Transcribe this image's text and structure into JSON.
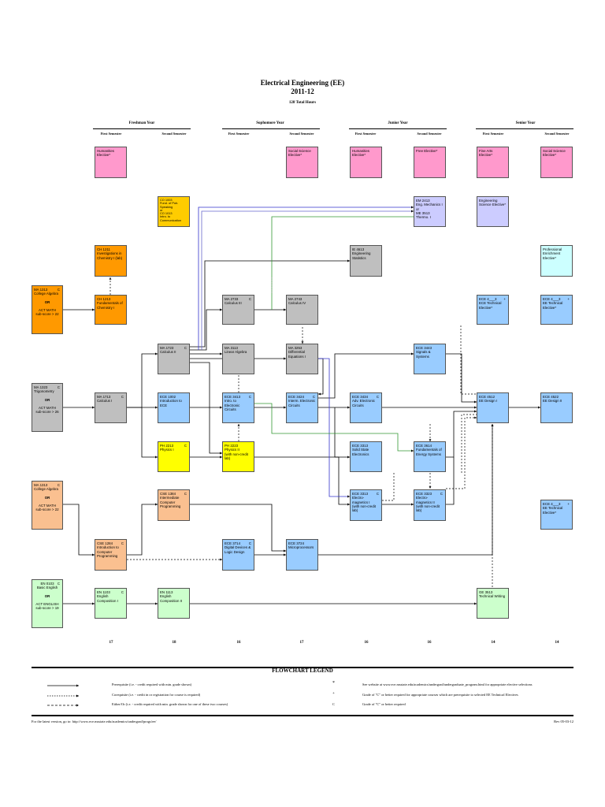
{
  "title": {
    "line1": "Electrical Engineering (EE)",
    "line2": "2011-12",
    "line3": "128 Total Hours"
  },
  "years": [
    "Freshman Year",
    "Sophomore Year",
    "Junior Year",
    "Senior Year"
  ],
  "semesters": [
    "First Semester",
    "Second Semester",
    "First Semester",
    "Second Semester",
    "First Semester",
    "Second Semester",
    "First Semester",
    "Second Semester"
  ],
  "courses": {
    "hum1": [
      "Humanities",
      "Elective*"
    ],
    "ssci1": [
      "Social Science",
      "Elective*"
    ],
    "hum2": [
      "Humanities Elective*"
    ],
    "free": [
      "Free Elective*"
    ],
    "fine": [
      "Fine Arts",
      "Elective*"
    ],
    "ssci2": [
      "Social Science",
      "Elective*"
    ],
    "co1003": [
      "CO 1003",
      "Fund. of Pub. Speaking",
      "or",
      "CO 1013",
      "Intro. to Communication"
    ],
    "em2413": [
      "EM 2413",
      "Eng. Mechanics I",
      "or",
      "ME 3513 Thermo. I"
    ],
    "engsci": [
      "Engineering",
      "Science Elective*"
    ],
    "ch1211": [
      "CH 1211",
      "Investigations in",
      "Chemistry I (lab)"
    ],
    "ie4613": [
      "IE 4613",
      "Engineering Statistics"
    ],
    "prof": [
      "Professional",
      "Enrichment Elective*"
    ],
    "ma1313a": [
      "MA 1313",
      "College Algebra",
      "OR",
      "ACT MATH",
      "sub-score > 22"
    ],
    "ch1213": [
      "CH 1213",
      "Fundamentals of",
      "Chemistry I"
    ],
    "ma2733": [
      "MA 2733",
      "Calculus III"
    ],
    "ma2743": [
      "MA 2743",
      "Calculus IV"
    ],
    "ece4_1": [
      "ECE 4___3",
      "ECE Technical",
      "Elective*"
    ],
    "ee4_1": [
      "ECE 4___3",
      "EE Technical",
      "Elective*"
    ],
    "ma1723": [
      "MA 1723",
      "Calculus II"
    ],
    "ma3113": [
      "MA 3113",
      "Linear Algebra"
    ],
    "ma3253": [
      "MA 3253",
      "Differential",
      "Equations I"
    ],
    "ece3443": [
      "ECE 3443",
      "Signals & Systems"
    ],
    "ma1323": [
      "MA 1323",
      "Trigonometry",
      "OR",
      "ACT MATH",
      "sub-score > 26"
    ],
    "ma1713": [
      "MA 1713",
      "Calculus I"
    ],
    "ece1002": [
      "ECE 1002",
      "Introduction to ECE"
    ],
    "ece3413": [
      "ECE 3413",
      "Intro. to Electronic",
      "Circuits"
    ],
    "ece3424": [
      "ECE 3424",
      "Interm. Electronic",
      "Circuits"
    ],
    "ece3434": [
      "ECE 3434",
      "Adv. Electronic",
      "Circuits"
    ],
    "ece4512": [
      "ECE 4512",
      "EE Design I"
    ],
    "ece4522": [
      "ECE 4522",
      "EE Design II"
    ],
    "ph2213": [
      "PH 2213",
      "Physics I"
    ],
    "ph2223": [
      "PH 2223",
      "Physics II",
      "(with non-credit lab)"
    ],
    "ece3313": [
      "ECE 3313",
      "Solid State",
      "Electronics"
    ],
    "ece3614": [
      "ECE 3614",
      "Fundamentals of",
      "Energy Systems"
    ],
    "ma1313b": [
      "MA 1313",
      "College Algebra",
      "OR",
      "ACT MATH",
      "sub-score > 22"
    ],
    "cse1384": [
      "CSE 1384",
      "Intermediate",
      "Computer",
      "Programming"
    ],
    "ece3313b": [
      "ECE 3313",
      "Electro-",
      "magnetics I",
      "(with non-credit lab)"
    ],
    "ece3323": [
      "ECE 3323",
      "Electro-",
      "magnetics II",
      "(with non-credit lab)"
    ],
    "ee4_2": [
      "ECE 4___3",
      "EE Technical",
      "Elective*"
    ],
    "cse1284": [
      "CSE 1284",
      "Introduction to",
      "Computer",
      "Programming"
    ],
    "ece3714": [
      "ECE 3714",
      "Digital Devices &",
      "Logic Design"
    ],
    "ece3724": [
      "ECE 3724",
      "Microprocessors"
    ],
    "en0103": [
      "EN 0103",
      "Basic English",
      "OR",
      "ACT ENGLISH",
      "sub-score > 19"
    ],
    "en1103": [
      "EN 1103",
      "English",
      "Composition I"
    ],
    "en1113": [
      "EN 1113",
      "English",
      "Composition II"
    ],
    "ge3513": [
      "GE 3513",
      "Technical Writing"
    ]
  },
  "grade_mark": "C",
  "plus_mark": "+",
  "hours": [
    "17",
    "18",
    "16",
    "17",
    "16",
    "16",
    "14",
    "14"
  ],
  "legend": {
    "title": "FLOWCHART LEGEND",
    "prereq": "Prerequisite (i.e. - credit required with min. grade shown)",
    "coreq": "Corequisite (i.e. - credit in or registration for course is required)",
    "either": "Either/Or (i.e. - credit required with min. grade shown for one of these two courses)",
    "star_sym": "*",
    "star": "See website at www.ece.msstate.edu/academics/undergrad/undergraduate_program.html for appropriate elective selections",
    "plus_sym": "+",
    "plus": "Grade of \"C\" or better required for appropriate courses which are prerequisite to selected EE Technical Electives",
    "c_sym": "C",
    "c": "Grade of \"C\" or better required"
  },
  "footer": {
    "left": "For the latest version, go to:  http://www.ece.msstate.edu/academics/undergrad/progs/ee/",
    "right": "Rev 05-03-12"
  },
  "colors": {
    "pink": "#ff99cc",
    "orange": "#ff9900",
    "gray": "#bfbfbf",
    "blue": "#99ccff",
    "yellow": "#ffff00",
    "peach": "#fac090",
    "green": "#ccffcc",
    "lavender": "#ccccff",
    "cyan": "#ccffff"
  }
}
